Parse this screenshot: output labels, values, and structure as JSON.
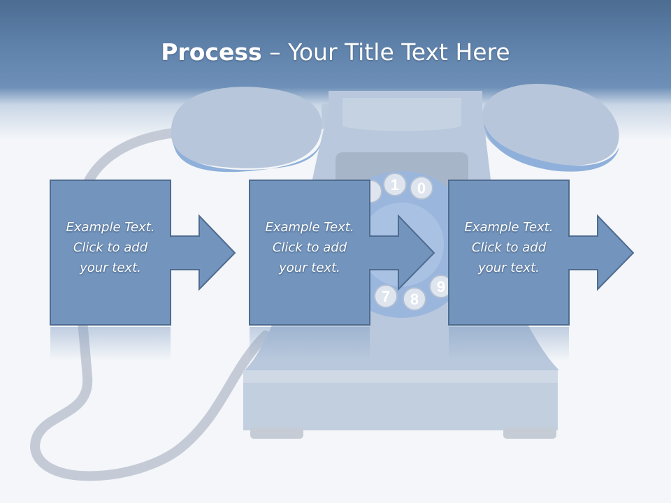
{
  "slide": {
    "title_bold": "Process",
    "title_rest": " – Your Title Text Here"
  },
  "steps": [
    {
      "line1": "Example Text.",
      "line2": "Click  to add",
      "line3": "your text."
    },
    {
      "line1": "Example Text.",
      "line2": "Click  to add",
      "line3": "your text."
    },
    {
      "line1": "Example Text.",
      "line2": "Click  to add",
      "line3": "your text."
    }
  ],
  "phone_dial": {
    "digits_top": [
      "1",
      "0"
    ],
    "digits_bottom": [
      "7",
      "8",
      "9"
    ]
  },
  "colors": {
    "header": "#5d80a9",
    "box_fill": "#7395bd",
    "box_stroke": "#4f6b8f",
    "background": "#f4f6f9"
  },
  "icons": [
    "telephone-background-illustration",
    "right-arrow-icon"
  ]
}
